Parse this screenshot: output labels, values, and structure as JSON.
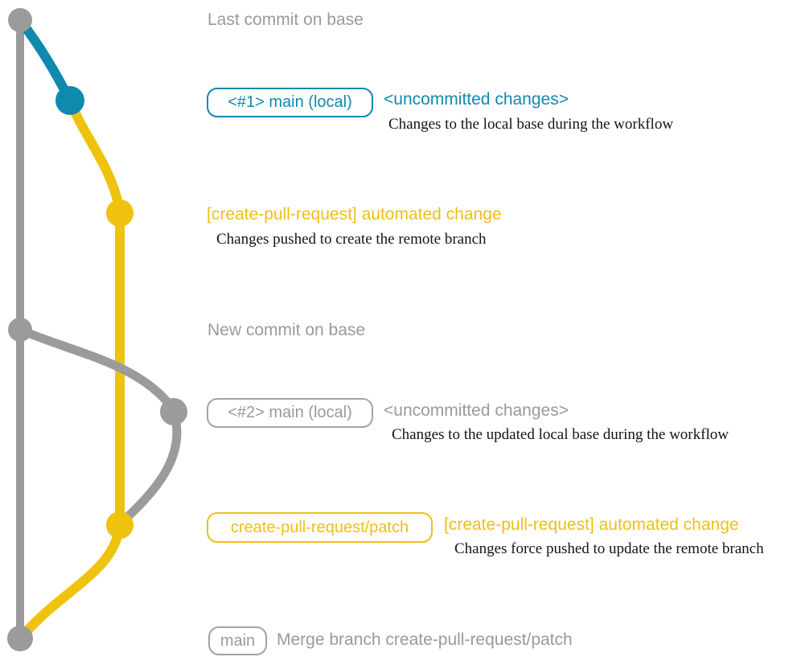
{
  "colors": {
    "gray": "#9B9B9B",
    "blue": "#1089AE",
    "yellow": "#EFC20E",
    "text_dark": "#141414"
  },
  "labels": {
    "last_commit": "Last commit on base",
    "branch1_tag": "<#1> main (local)",
    "branch1_note": "<uncommitted changes>",
    "branch1_desc": "Changes to the local base during the workflow",
    "commit1_title": "[create-pull-request] automated change",
    "commit1_desc": "Changes pushed to create the remote branch",
    "new_commit": "New commit on base",
    "branch2_tag": "<#2> main (local)",
    "branch2_note": "<uncommitted changes>",
    "branch2_desc": "Changes to the updated local base during the workflow",
    "patch_tag": "create-pull-request/patch",
    "patch_title": "[create-pull-request] automated change",
    "patch_desc": "Changes force pushed to update the remote branch",
    "main_tag": "main",
    "merge_msg": "Merge branch create-pull-request/patch"
  },
  "graph": {
    "branches": [
      {
        "name": "base",
        "color": "gray"
      },
      {
        "name": "main-local-uncommitted",
        "color": "blue"
      },
      {
        "name": "create-pull-request/patch",
        "color": "yellow"
      }
    ],
    "commits": [
      {
        "id": "last-commit-on-base",
        "branch": "base",
        "color": "gray"
      },
      {
        "id": "uncommitted-changes-1",
        "branch": "main-local-uncommitted",
        "color": "blue"
      },
      {
        "id": "automated-change-1",
        "branch": "create-pull-request/patch",
        "color": "yellow"
      },
      {
        "id": "new-commit-on-base",
        "branch": "base",
        "color": "gray"
      },
      {
        "id": "uncommitted-changes-2",
        "branch": "main-local-uncommitted",
        "color": "gray"
      },
      {
        "id": "automated-change-2",
        "branch": "create-pull-request/patch",
        "color": "yellow"
      },
      {
        "id": "merge-commit",
        "branch": "base",
        "color": "gray"
      }
    ]
  }
}
